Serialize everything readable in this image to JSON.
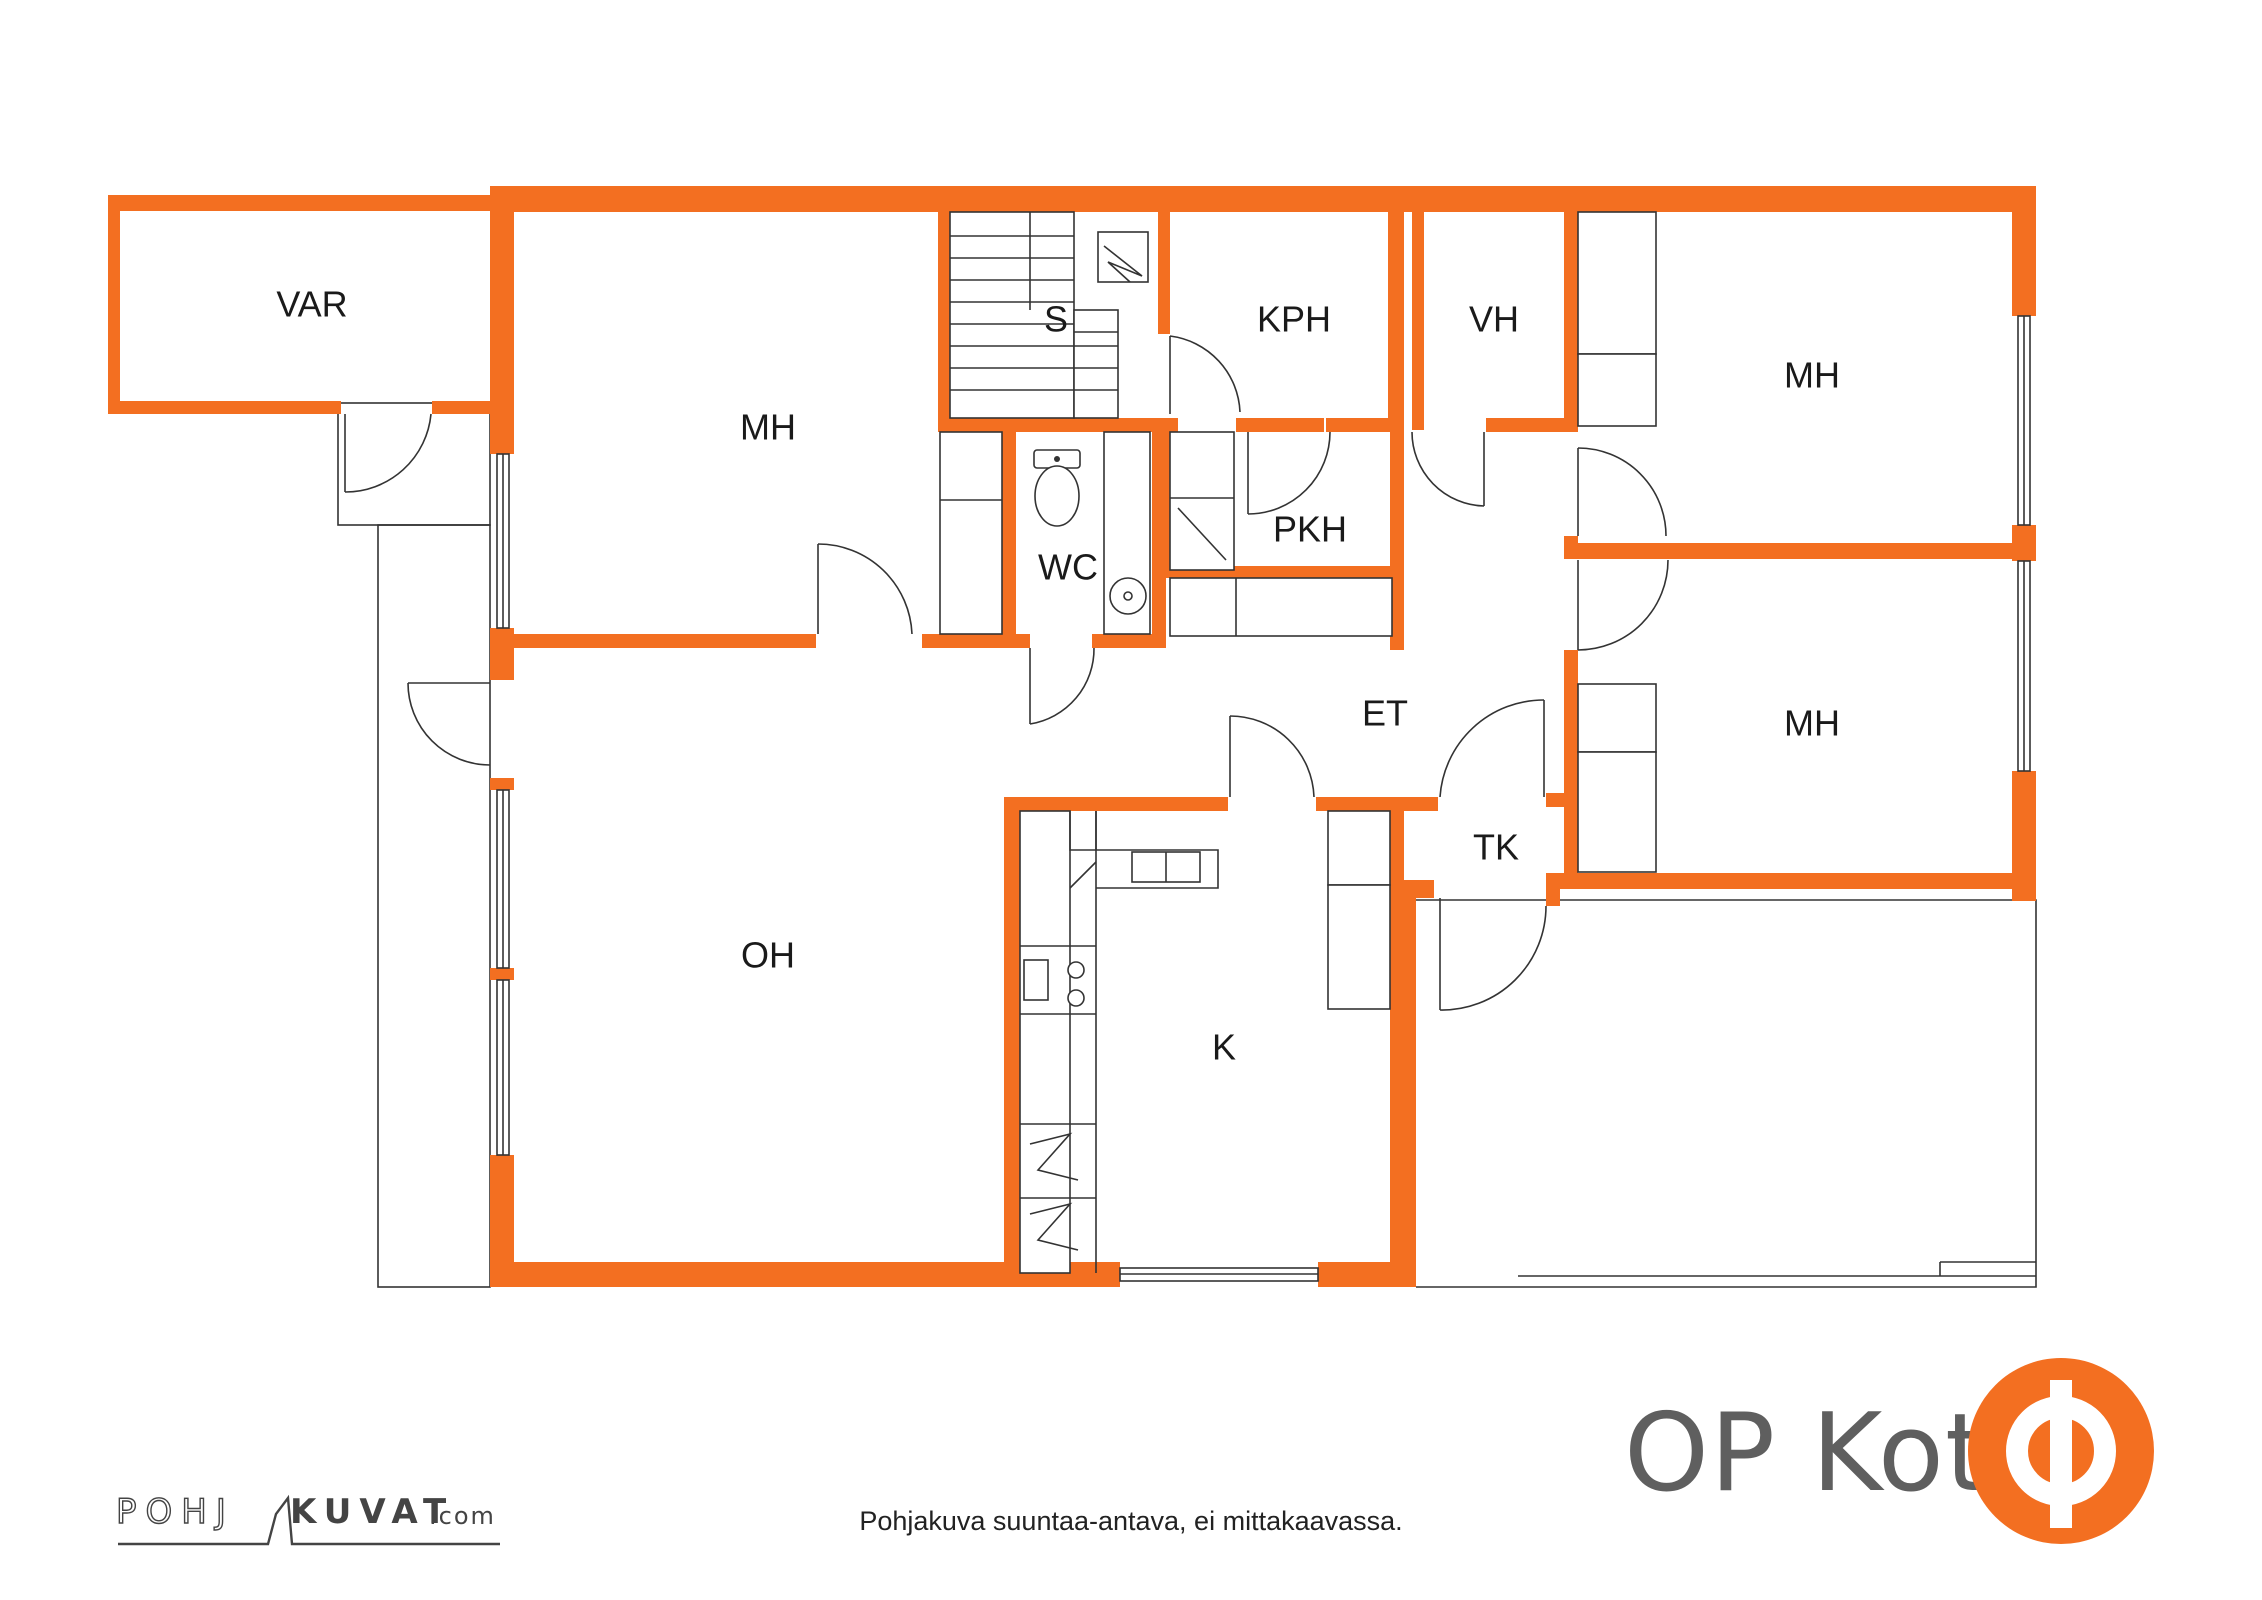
{
  "rooms": {
    "var": "VAR",
    "mh_upper_left": "MH",
    "s": "S",
    "kph": "KPH",
    "vh": "VH",
    "mh_upper_right": "MH",
    "wc": "WC",
    "pkh": "PKH",
    "et": "ET",
    "mh_lower_right": "MH",
    "tk": "TK",
    "oh": "OH",
    "k": "K"
  },
  "caption": "Pohjakuva suuntaa-antava, ei mittakaavassa.",
  "brand": {
    "name": "OP Koti",
    "logo_color": "#f36f21"
  },
  "watermark": {
    "left": "POHJ",
    "right": "KUVAT",
    "suffix": ".com"
  },
  "wall_color": "#f36f21"
}
